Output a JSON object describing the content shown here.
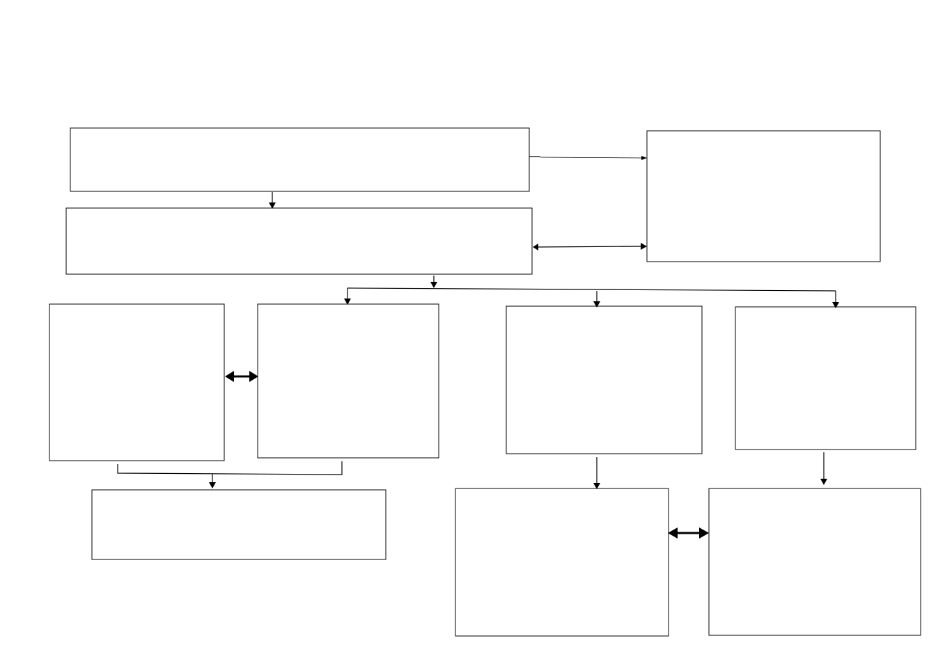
{
  "diagram": {
    "type": "flowchart",
    "nodes": [
      {
        "id": "top-main",
        "text": ""
      },
      {
        "id": "second-main",
        "text": ""
      },
      {
        "id": "right-side",
        "text": ""
      },
      {
        "id": "left-col-1",
        "text": ""
      },
      {
        "id": "left-col-2",
        "text": ""
      },
      {
        "id": "right-col-1",
        "text": ""
      },
      {
        "id": "right-col-2",
        "text": ""
      },
      {
        "id": "bottom-left",
        "text": ""
      },
      {
        "id": "bottom-mid",
        "text": ""
      },
      {
        "id": "bottom-right",
        "text": ""
      }
    ],
    "edges": [
      {
        "from": "top-main",
        "to": "second-main",
        "style": "arrow"
      },
      {
        "from": "top-main",
        "to": "right-side",
        "style": "thin-arrow"
      },
      {
        "from": "second-main",
        "to": "right-side",
        "style": "double-arrow"
      },
      {
        "from": "second-main",
        "to": "left-col-2",
        "style": "arrow"
      },
      {
        "from": "second-main",
        "to": "right-col-1",
        "style": "arrow"
      },
      {
        "from": "second-main",
        "to": "right-col-2",
        "style": "arrow"
      },
      {
        "from": "left-col-1",
        "to": "left-col-2",
        "style": "bold-double-arrow"
      },
      {
        "from": "left-col-1",
        "to": "bottom-left",
        "style": "arrow"
      },
      {
        "from": "left-col-2",
        "to": "bottom-left",
        "style": "arrow"
      },
      {
        "from": "right-col-1",
        "to": "bottom-mid",
        "style": "arrow"
      },
      {
        "from": "right-col-2",
        "to": "bottom-right",
        "style": "arrow"
      },
      {
        "from": "bottom-mid",
        "to": "bottom-right",
        "style": "bold-double-arrow"
      }
    ]
  }
}
